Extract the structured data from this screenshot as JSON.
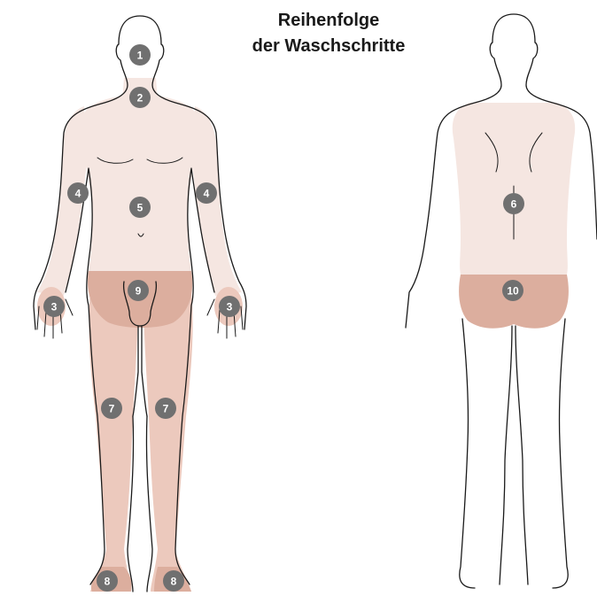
{
  "title": {
    "line1": "Reihenfolge",
    "line2": "der Waschschritte"
  },
  "colors": {
    "skin_light": "#f5e6e1",
    "skin_mid": "#ecc9bd",
    "skin_dark": "#dcae9e",
    "marker": "#707070",
    "outline": "#1a1a1a"
  },
  "markers": [
    {
      "id": "head",
      "label": "1"
    },
    {
      "id": "neck",
      "label": "2"
    },
    {
      "id": "hand-left",
      "label": "3"
    },
    {
      "id": "hand-right",
      "label": "3"
    },
    {
      "id": "arm-left",
      "label": "4"
    },
    {
      "id": "arm-right",
      "label": "4"
    },
    {
      "id": "torso",
      "label": "5"
    },
    {
      "id": "back",
      "label": "6"
    },
    {
      "id": "leg-left",
      "label": "7"
    },
    {
      "id": "leg-right",
      "label": "7"
    },
    {
      "id": "foot-left",
      "label": "8"
    },
    {
      "id": "foot-right",
      "label": "8"
    },
    {
      "id": "genital",
      "label": "9"
    },
    {
      "id": "buttocks",
      "label": "10"
    }
  ]
}
